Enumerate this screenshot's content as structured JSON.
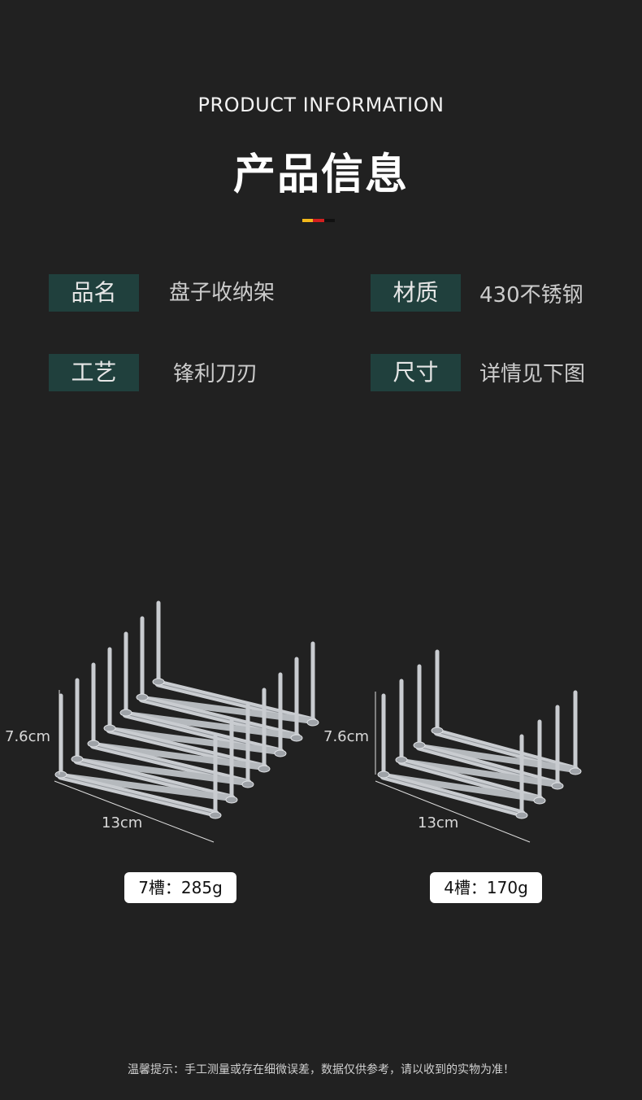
{
  "header": {
    "title_en": "PRODUCT INFORMATION",
    "title_cn": "产品信息",
    "accent_colors": [
      "#f3b81b",
      "#d41f1f",
      "#111111"
    ]
  },
  "specs": [
    {
      "label": "品名",
      "value": "盘子收纳架"
    },
    {
      "label": "材质",
      "value": "430不锈钢"
    },
    {
      "label": "工艺",
      "value": "锋利刀刃"
    },
    {
      "label": "尺寸",
      "value": "详情见下图"
    }
  ],
  "products": [
    {
      "height_label": "7.6cm",
      "length_label": "13cm",
      "slots": 7,
      "weight_label": "7槽：285g"
    },
    {
      "height_label": "7.6cm",
      "length_label": "13cm",
      "slots": 4,
      "weight_label": "4槽：170g"
    }
  ],
  "footnote": "温馨提示：手工测量或存在细微误差，数据仅供参考，请以收到的实物为准！",
  "colors": {
    "background": "#212121",
    "label_bg": "#20403d",
    "metal": "#c9ccd0"
  }
}
